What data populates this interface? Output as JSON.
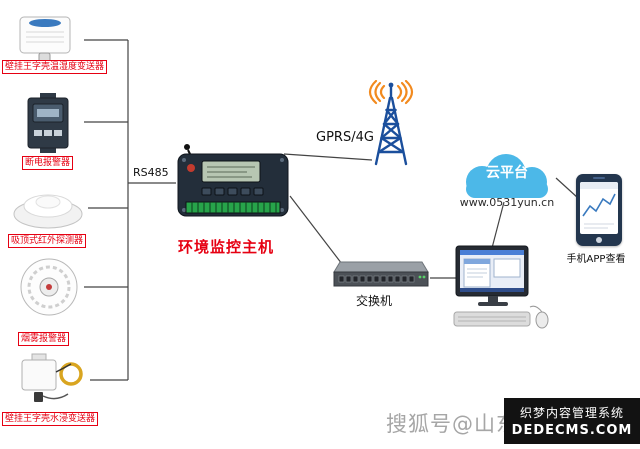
{
  "devices": [
    {
      "label": "壁挂王字壳温湿度变送器"
    },
    {
      "label": "断电报警器"
    },
    {
      "label": "吸顶式红外探测器"
    },
    {
      "label": "烟雾报警器"
    },
    {
      "label": "壁挂王字壳水浸变送器"
    }
  ],
  "bus": {
    "label": "RS485"
  },
  "host": {
    "label": "环境监控主机"
  },
  "gprs": {
    "label": "GPRS/4G"
  },
  "cloud": {
    "label": "云平台",
    "url": "www.0531yun.cn"
  },
  "switch": {
    "label": "交换机"
  },
  "phone": {
    "label": "手机APP查看"
  },
  "watermark": {
    "text": "搜狐号@山东"
  },
  "cms": {
    "line1": "织梦内容管理系统",
    "line2": "DEDECMS.COM"
  },
  "colors": {
    "accent_red": "#e60012",
    "cloud_blue": "#4cb8e8",
    "wave_orange": "#f28a1e",
    "tower_blue": "#1b4f9c",
    "terminal_green": "#27a44a"
  }
}
